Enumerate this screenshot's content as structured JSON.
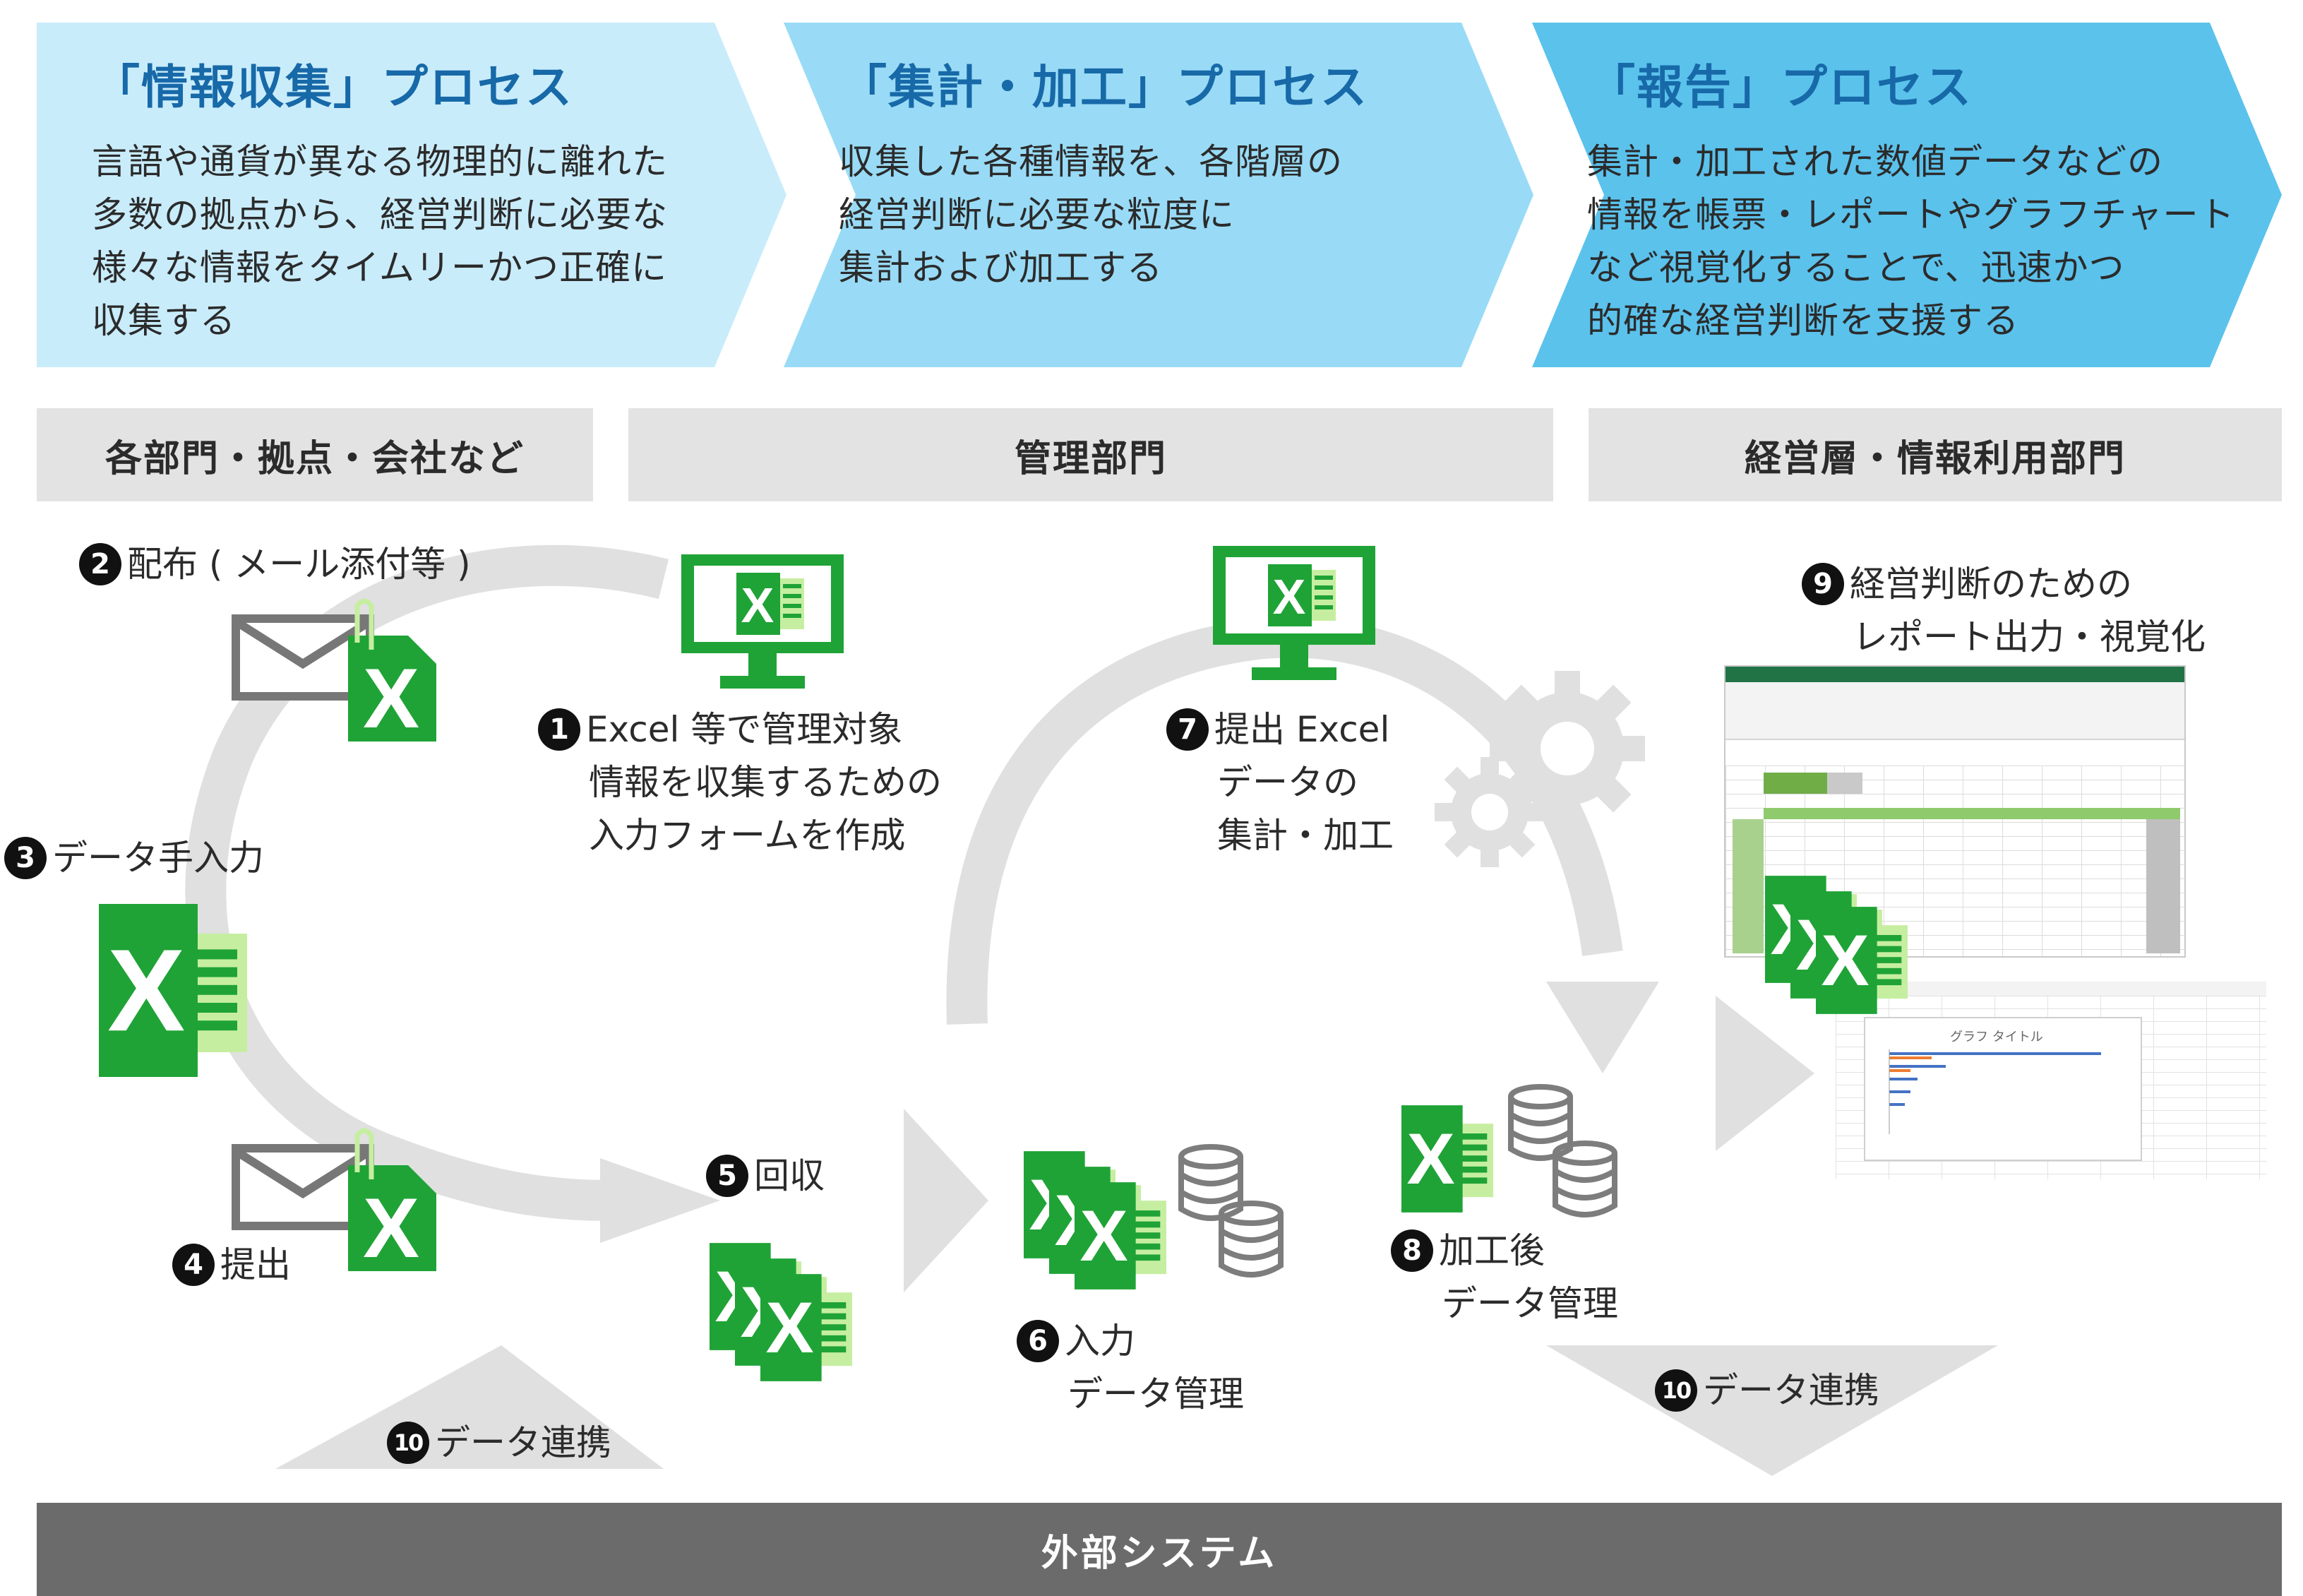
{
  "processes": [
    {
      "title": "「情報収集」プロセス",
      "lines": [
        "言語や通貨が異なる物理的に離れた",
        "多数の拠点から、経営判断に必要な",
        "様々な情報をタイムリーかつ正確に",
        "収集する"
      ],
      "color": "#c9ecfb"
    },
    {
      "title": "「集計・加工」プロセス",
      "lines": [
        "収集した各種情報を、各階層の",
        "経営判断に必要な粒度に",
        "集計および加工する"
      ],
      "color": "#99dbf6"
    },
    {
      "title": "「報告」プロセス",
      "lines": [
        "集計・加工された数値データなどの",
        "情報を帳票・レポートやグラフチャート",
        "など視覚化することで、迅速かつ",
        "的確な経営判断を支援する"
      ],
      "color": "#5bc2ec"
    }
  ],
  "columns": {
    "left": "各部門・拠点・会社など",
    "center": "管理部門",
    "right": "経営層・情報利用部門"
  },
  "steps": {
    "s1": {
      "num": "1",
      "lines": [
        "Excel 等で管理対象",
        "情報を収集するための",
        "入力フォームを作成"
      ]
    },
    "s2": {
      "num": "2",
      "text": "配布 ( メール添付等 )"
    },
    "s3": {
      "num": "3",
      "text": "データ手入力"
    },
    "s4": {
      "num": "4",
      "text": "提出"
    },
    "s5": {
      "num": "5",
      "text": "回収"
    },
    "s6": {
      "num": "6",
      "lines": [
        "入力",
        "データ管理"
      ]
    },
    "s7": {
      "num": "7",
      "lines": [
        "提出 Excel",
        "データの",
        "集計・加工"
      ]
    },
    "s8": {
      "num": "8",
      "lines": [
        "加工後",
        "データ管理"
      ]
    },
    "s9": {
      "num": "9",
      "lines": [
        "経営判断のための",
        "レポート出力・視覚化"
      ]
    },
    "s10a": {
      "num": "10",
      "text": "データ連携"
    },
    "s10b": {
      "num": "10",
      "text": "データ連携"
    }
  },
  "report": {
    "chart_title": "グラフ タイトル"
  },
  "footer": "外部システム",
  "colors": {
    "excel_green": "#1fa336",
    "excel_light": "#c6eea1",
    "title_blue": "#1769a8",
    "arrow_gray": "#e0e0e0",
    "db_gray": "#7d7d7d",
    "header_gray": "#e3e3e3",
    "footer_gray": "#6b6b6b"
  },
  "icons": [
    "excel-file-icon",
    "excel-monitor-icon",
    "mail-icon",
    "database-icon",
    "gear-icon"
  ]
}
